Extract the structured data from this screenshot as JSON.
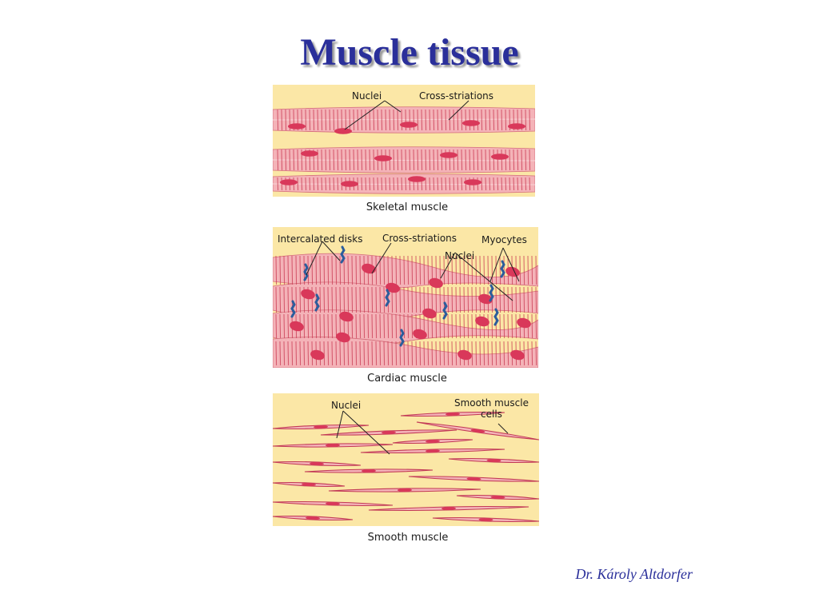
{
  "title": "Muscle tissue",
  "author": "Dr. Károly Altdorfer",
  "colors": {
    "background": "#fbe7a6",
    "fiber": "#f4b3b8",
    "striation": "#c8344f",
    "nucleus": "#d9385a",
    "disk": "#2c5d9c",
    "title": "#2a2f9a"
  },
  "panels": {
    "skeletal": {
      "caption": "Skeletal muscle",
      "labels": {
        "nuclei": "Nuclei",
        "striations": "Cross-striations"
      }
    },
    "cardiac": {
      "caption": "Cardiac muscle",
      "labels": {
        "disks": "Intercalated disks",
        "striations": "Cross-striations",
        "nuclei": "Nuclei",
        "myocytes": "Myocytes"
      }
    },
    "smooth": {
      "caption": "Smooth muscle",
      "labels": {
        "nuclei": "Nuclei",
        "cells_line1": "Smooth muscle",
        "cells_line2": "cells"
      }
    }
  }
}
